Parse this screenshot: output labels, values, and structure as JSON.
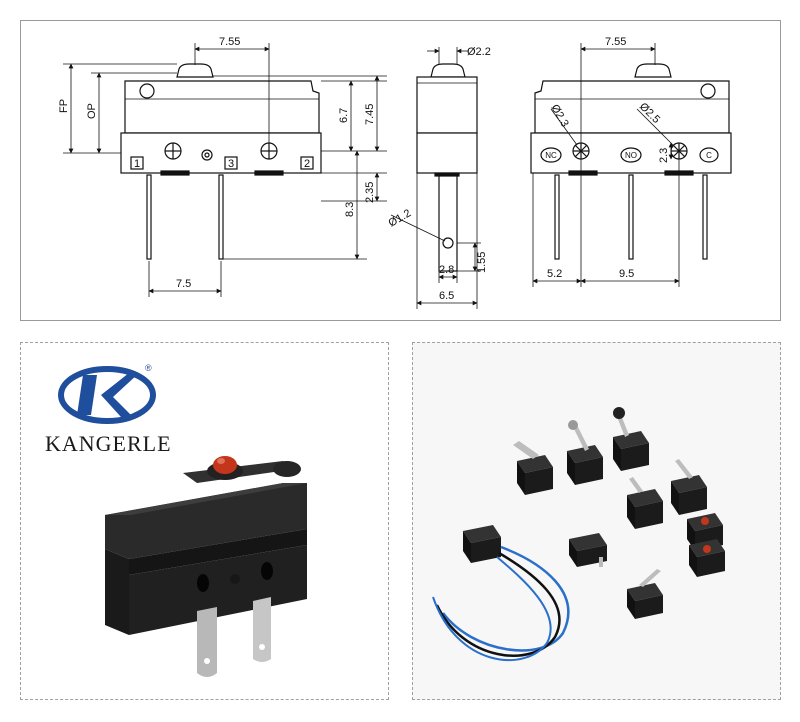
{
  "drawing": {
    "dims": {
      "d_7_55_top": "7.55",
      "d_fp": "FP",
      "d_op": "OP",
      "d_6_7": "6.7",
      "d_7_45": "7.45",
      "d_2_35": "2.35",
      "d_8_3": "8.3",
      "d_7_5": "7.5",
      "d_dia_2_2": "Ø2.2",
      "d_dia_1_2": "Ø1.2",
      "d_2_8": "2.8",
      "d_1_55": "1.55",
      "d_6_5": "6.5",
      "d_7_55_right": "7.55",
      "d_dia_2_3": "Ø2.3",
      "d_dia_2_5": "Ø2.5",
      "d_2_3": "2.3",
      "d_5_2": "5.2",
      "d_9_5": "9.5"
    },
    "terminal_labels": {
      "t1": "1",
      "t3": "3",
      "t2": "2",
      "nc": "NC",
      "no": "NO",
      "c": "C"
    }
  },
  "product": {
    "brand_name": "KANGERLE",
    "logo_letter": "K",
    "registered_mark": "®"
  },
  "colors": {
    "logo_blue": "#1f4e9c",
    "switch_body": "#1b1b1b",
    "actuator_red": "#c4361c",
    "wire_blue": "#2a6fc9",
    "wire_black": "#111111"
  }
}
